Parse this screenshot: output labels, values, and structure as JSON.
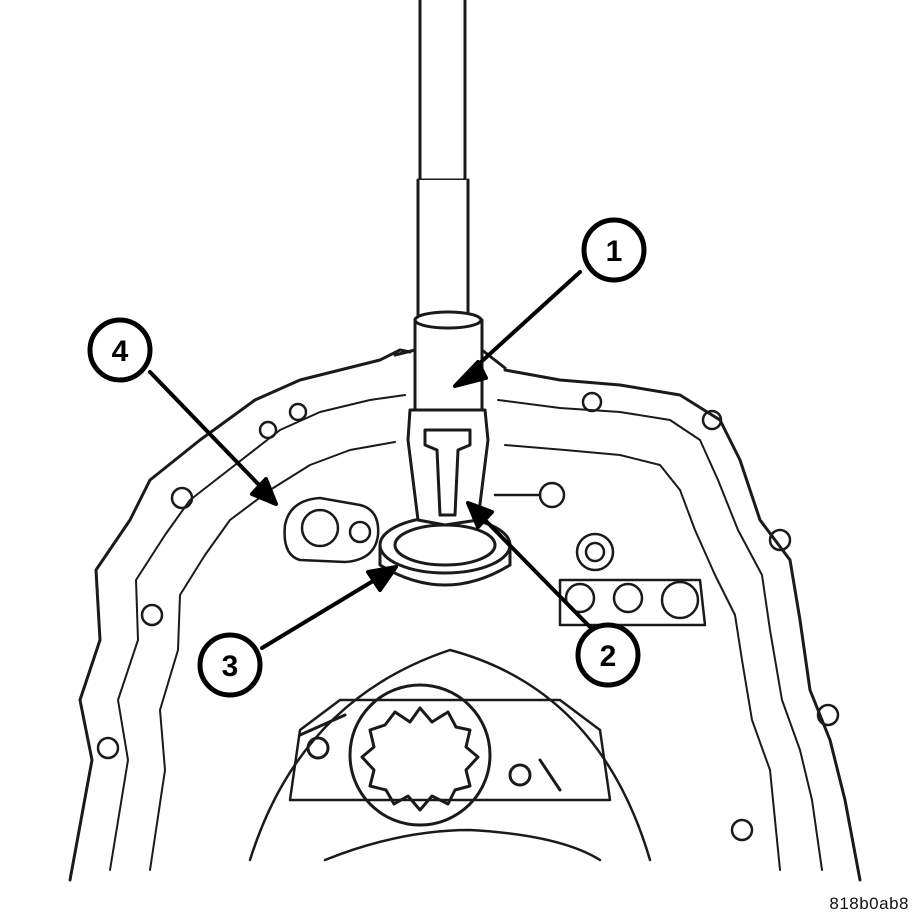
{
  "figure_code": "818b0ab8",
  "callouts": [
    {
      "id": "1",
      "label": "1"
    },
    {
      "id": "2",
      "label": "2"
    },
    {
      "id": "3",
      "label": "3"
    },
    {
      "id": "4",
      "label": "4"
    }
  ],
  "colors": {
    "line": "#1a1a1a",
    "background": "#ffffff"
  }
}
